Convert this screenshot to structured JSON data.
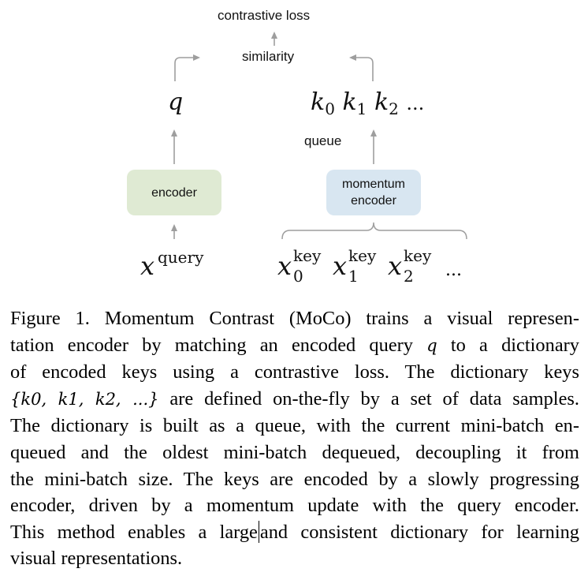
{
  "diagram": {
    "top_label": "contrastive loss",
    "similarity_label": "similarity",
    "query_symbol": "q",
    "keys": [
      {
        "base": "k",
        "sub": "0"
      },
      {
        "base": "k",
        "sub": "1"
      },
      {
        "base": "k",
        "sub": "2"
      }
    ],
    "keys_ellipsis": "...",
    "queue_label": "queue",
    "encoder_label": "encoder",
    "momentum_encoder_label_1": "momentum",
    "momentum_encoder_label_2": "encoder",
    "query_input": {
      "base": "x",
      "sup": "query"
    },
    "key_inputs": [
      {
        "base": "x",
        "sup": "key",
        "sub": "0"
      },
      {
        "base": "x",
        "sup": "key",
        "sub": "1"
      },
      {
        "base": "x",
        "sup": "key",
        "sub": "2"
      }
    ],
    "key_inputs_ellipsis": "...",
    "colors": {
      "encoder_fill": "#dfead3",
      "momentum_encoder_fill": "#d8e6f1",
      "arrow": "#9e9e9e"
    }
  },
  "caption": {
    "lines": [
      "Figure 1. Momentum Contrast (MoCo) trains a visual represen-",
      "tation encoder by matching an encoded query",
      "to a dictionary",
      "of encoded keys using a contrastive loss.  The dictionary keys",
      "are defined on-the-fly by a set of data samples.",
      "The dictionary is built as a queue, with the current mini-batch en-",
      "queued and the oldest mini-batch dequeued, decoupling it from",
      "the mini-batch size. The keys are encoded by a slowly progressing",
      "encoder, driven by a momentum update with the query encoder.",
      "This method enables a large",
      "and consistent dictionary for learning",
      "visual representations."
    ],
    "inline_q": "q",
    "key_set": "{k0, k1, k2, ...}"
  }
}
